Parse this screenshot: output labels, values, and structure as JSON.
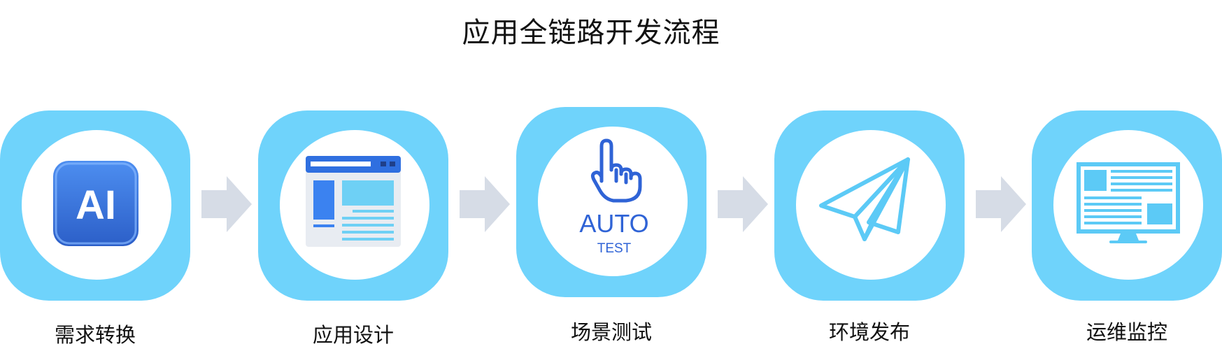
{
  "title": "应用全链路开发流程",
  "stages": [
    {
      "label": "需求转换",
      "icon": "ai-chip-icon",
      "icon_text": "AI"
    },
    {
      "label": "应用设计",
      "icon": "web-layout-icon"
    },
    {
      "label": "场景测试",
      "icon": "auto-test-icon",
      "icon_text": "AUTO",
      "icon_subtext": "TEST"
    },
    {
      "label": "环境发布",
      "icon": "paper-plane-icon"
    },
    {
      "label": "运维监控",
      "icon": "monitor-icon"
    }
  ],
  "colors": {
    "tile": "#6fd3fb",
    "arrow": "#d6dce6",
    "accent_blue": "#2f63d6",
    "ai_blue": "#3d78df",
    "light_blue": "#5ccaf6"
  }
}
